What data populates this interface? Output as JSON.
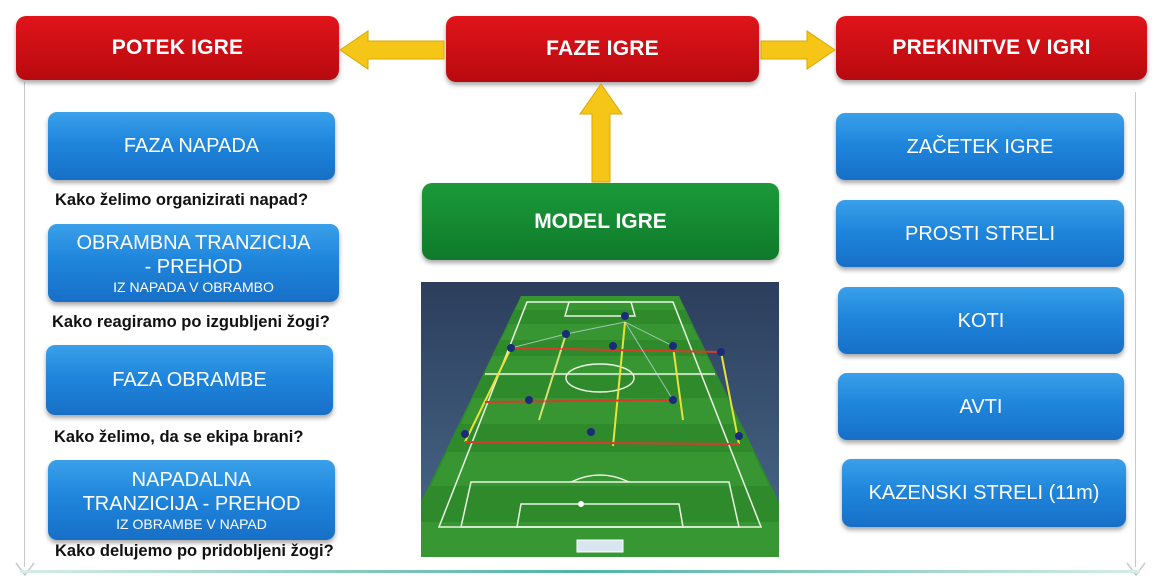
{
  "header": {
    "left": "POTEK IGRE",
    "center": "FAZE IGRE",
    "right": "PREKINITVE V IGRI"
  },
  "model": "MODEL IGRE",
  "left_phases": [
    {
      "title": "FAZA NAPADA",
      "question": "Kako želimo organizirati napad?"
    },
    {
      "title_line1": "OBRAMBNA TRANZICIJA",
      "title_line2": "- PREHOD",
      "subtitle": "IZ NAPADA V OBRAMBO",
      "question": "Kako reagiramo po izgubljeni žogi?"
    },
    {
      "title": "FAZA OBRAMBE",
      "question": "Kako želimo, da se ekipa brani?"
    },
    {
      "title_line1": "NAPADALNA",
      "title_line2": "TRANZICIJA - PREHOD",
      "subtitle": "IZ OBRAMBE V NAPAD",
      "question": "Kako delujemo po pridobljeni žogi?"
    }
  ],
  "right_items": [
    "ZAČETEK IGRE",
    "PROSTI STRELI",
    "KOTI",
    "AVTI",
    "KAZENSKI STRELI (11m)"
  ],
  "colors": {
    "red": "#d0101a",
    "blue": "#1f86dc",
    "green": "#168a33",
    "arrow": "#f5c518"
  },
  "icons": {
    "arrows": "yellow-block-arrow",
    "pitch": "football-pitch-illustration"
  }
}
